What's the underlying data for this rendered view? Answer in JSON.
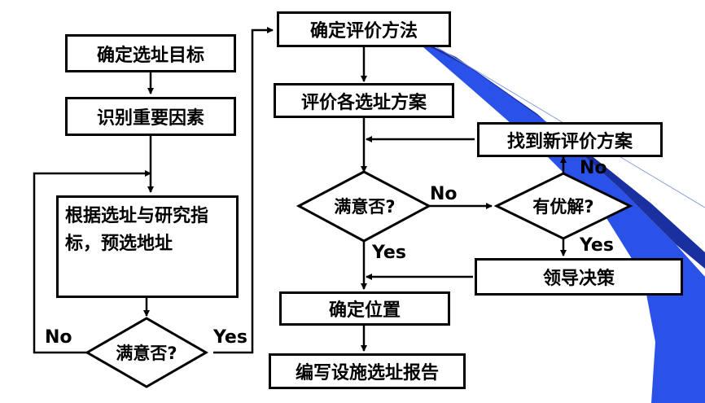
{
  "left_flow": {
    "step1": "确定选址目标",
    "step2": "识别重要因素",
    "step3": "根据选址与研究指标，预选地址",
    "decision": "满意否?",
    "no_label": "No",
    "yes_label": "Yes"
  },
  "right_flow": {
    "step1": "确定评价方法",
    "step2": "评价各选址方案",
    "decision": "满意否?",
    "no_label": "No",
    "yes_label": "Yes",
    "step3": "确定位置",
    "step4": "编写设施选址报告"
  },
  "side_flow": {
    "find_new": "找到新评价方案",
    "decision": "有优解?",
    "no_label": "No",
    "yes_label": "Yes",
    "leader": "领导决策"
  },
  "colors": {
    "accent": "#2a52e8",
    "accent_dark": "#1a2fa0"
  }
}
